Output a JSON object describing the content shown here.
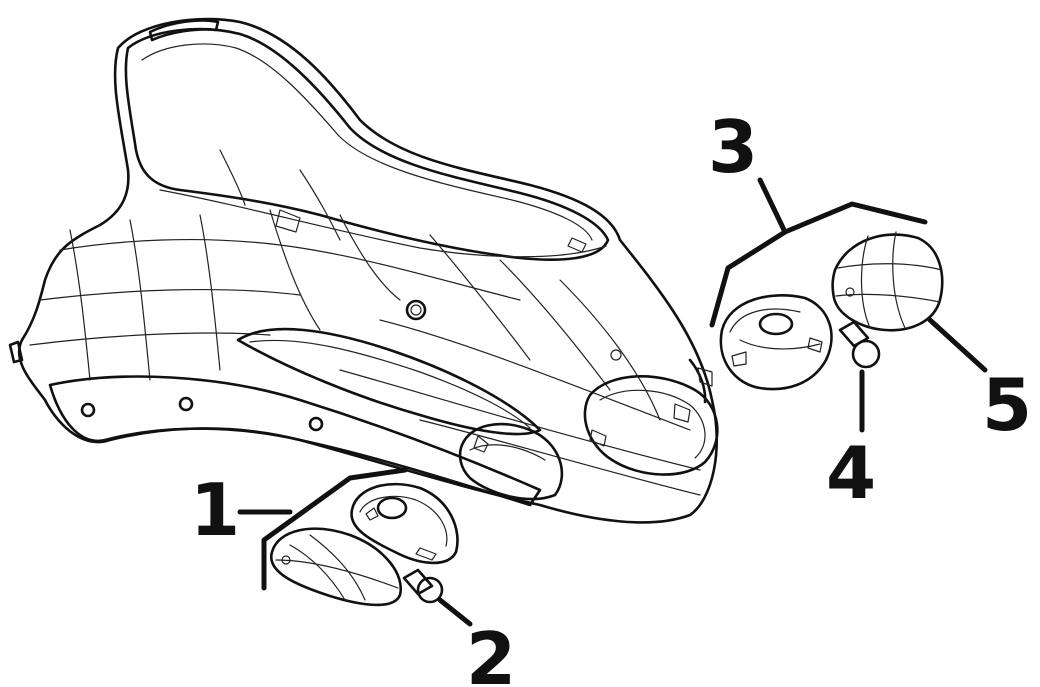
{
  "callouts": [
    {
      "id": "1",
      "text": "1"
    },
    {
      "id": "2",
      "text": "2"
    },
    {
      "id": "3",
      "text": "3"
    },
    {
      "id": "4",
      "text": "4"
    },
    {
      "id": "5",
      "text": "5"
    }
  ],
  "colors": {
    "line": "#111111",
    "fill_light": "#ffffff",
    "fill_shade": "#f0f0f0"
  }
}
